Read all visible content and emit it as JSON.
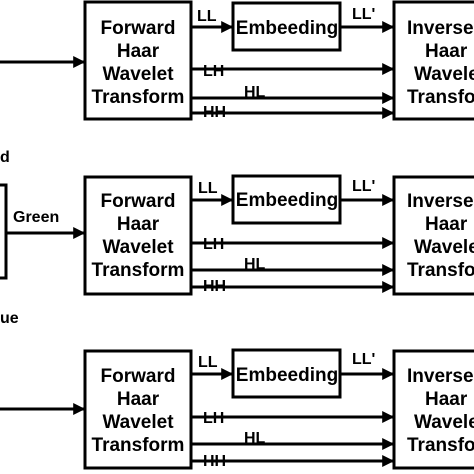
{
  "side_labels": {
    "red_partial": "d",
    "green": "Green",
    "blue_partial": "ue"
  },
  "channels": [
    {
      "forward_lines": [
        "Forward",
        "Haar",
        "Wavelet",
        "Transform"
      ],
      "ll": "LL",
      "embed": "Embeeding",
      "ll_prime": "LL'",
      "lh": "LH",
      "hl": "HL",
      "hh": "HH",
      "inverse_lines": [
        "Inverse",
        "Haar",
        "Wavelet",
        "Transfor"
      ]
    },
    {
      "forward_lines": [
        "Forward",
        "Haar",
        "Wavelet",
        "Transform"
      ],
      "ll": "LL",
      "embed": "Embeeding",
      "ll_prime": "LL'",
      "lh": "LH",
      "hl": "HL",
      "hh": "HH",
      "inverse_lines": [
        "Inverse",
        "Haar",
        "Wavelet",
        "Transfor"
      ]
    },
    {
      "forward_lines": [
        "Forward",
        "Haar",
        "Wavelet",
        "Transform"
      ],
      "ll": "LL",
      "embed": "Embeeding",
      "ll_prime": "LL'",
      "lh": "LH",
      "hl": "HL",
      "hh": "HH",
      "inverse_lines": [
        "Inverse",
        "Haar",
        "Wavelet",
        "Transfor"
      ]
    }
  ]
}
